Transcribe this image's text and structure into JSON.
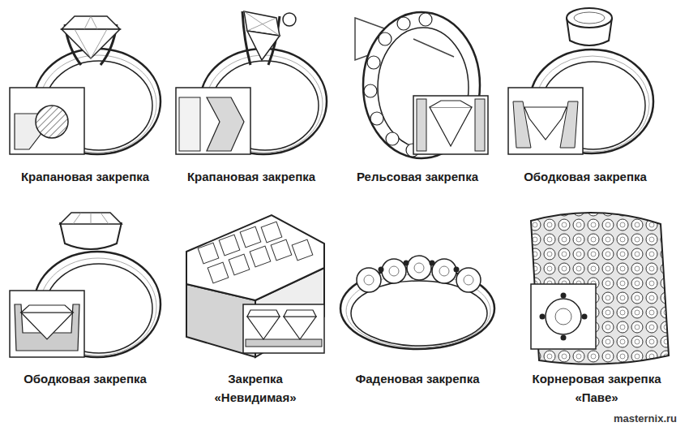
{
  "diagram": {
    "labels": [
      "Крапановая закрепка",
      "Крапановая закрепка",
      "Рельсовая закрепка",
      "Ободковая закрепка",
      "Ободковая закрепка",
      "Закрепка «Невидимая»",
      "Фаденовая закрепка",
      "Корнеровая закрепка «Паве»",
      "masternix.ru"
    ]
  }
}
